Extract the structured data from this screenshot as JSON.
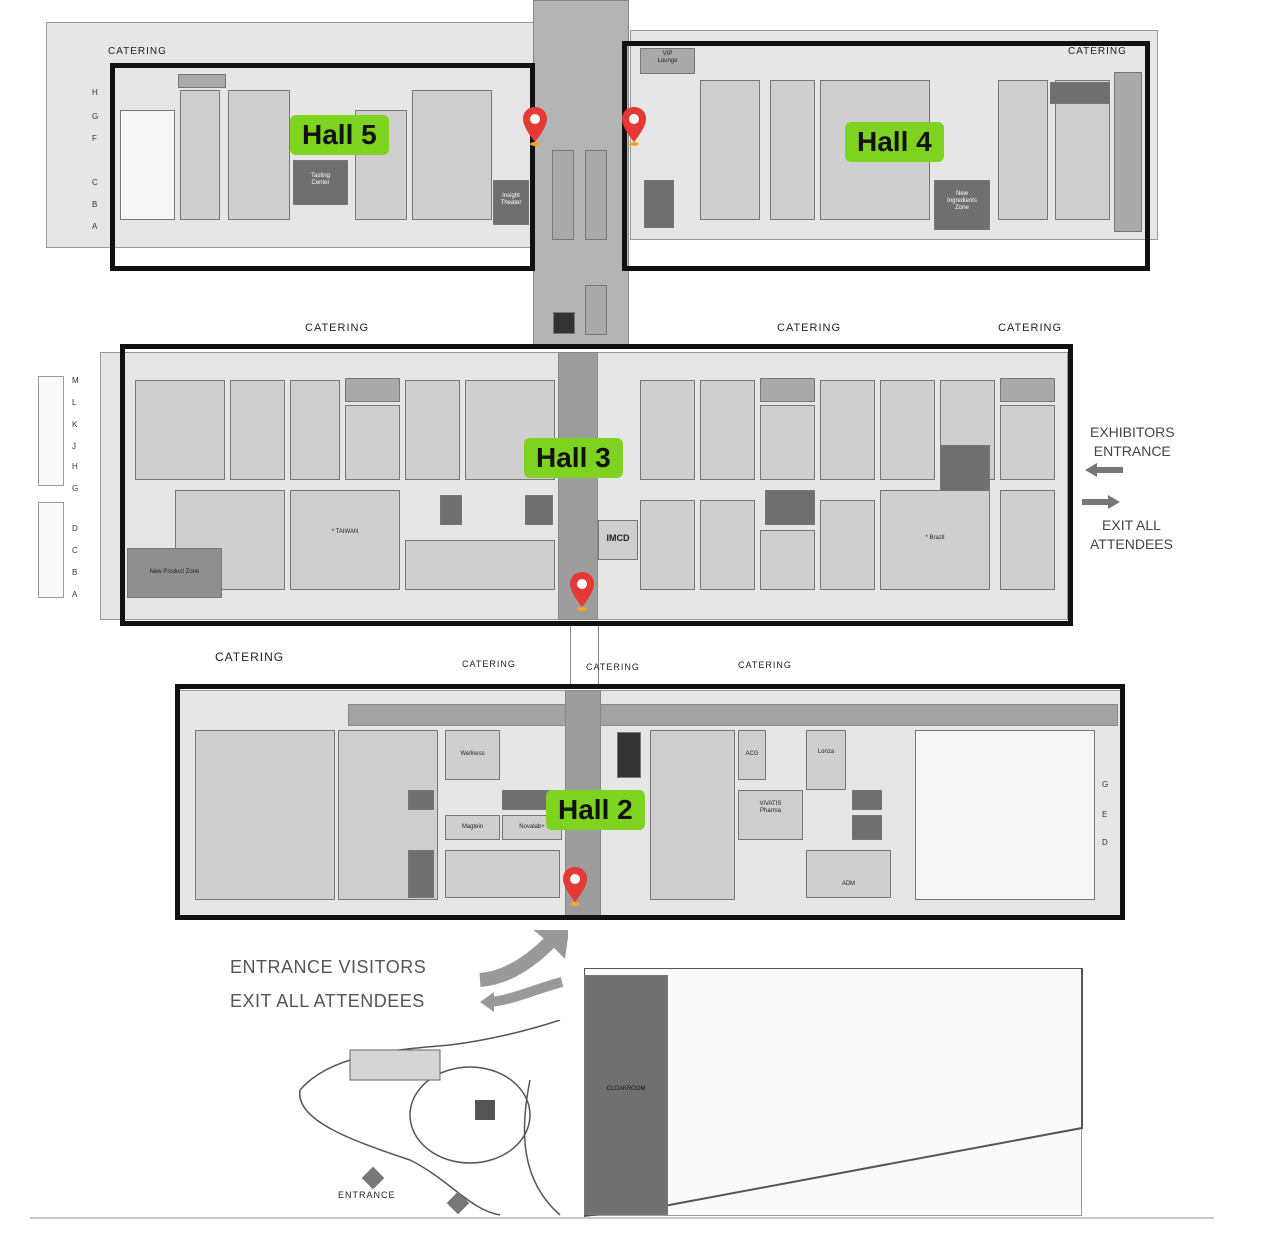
{
  "halls": {
    "hall5": {
      "label": "Hall 5"
    },
    "hall4": {
      "label": "Hall 4"
    },
    "hall3": {
      "label": "Hall 3"
    },
    "hall2": {
      "label": "Hall 2"
    }
  },
  "catering": {
    "top_left": "CATERING",
    "top_right": "CATERING",
    "mid_1": "CATERING",
    "mid_2": "CATERING",
    "mid_3": "CATERING",
    "hall2_left": "CATERING",
    "hall2_1": "CATERING",
    "hall2_2": "CATERING",
    "hall2_3": "CATERING"
  },
  "signs": {
    "exhibitors_entrance": "EXHIBITORS\nENTRANCE",
    "exit_all_attendees_right": "EXIT ALL\nATTENDEES",
    "entrance_visitors": "ENTRANCE VISITORS",
    "exit_all_attendees_bottom": "EXIT ALL ATTENDEES",
    "entrance": "ENTRANCE",
    "cloakroom": "CLOAKROOM"
  },
  "zones": {
    "tasting_center": "Tasting\nCenter",
    "insight_theater": "Insight\nTheater",
    "vip_lounge": "VIP\nLounge",
    "new_ingredients_zone": "New\nIngredients\nZone",
    "new_product_zone": "New Product Zone",
    "taiwan": "* TAIWAN",
    "brazil": "* Brazil",
    "imcd": "IMCD",
    "wellness": "Wellness",
    "magtein": "Magtein",
    "novalab": "Novalab+",
    "acg": "ACG",
    "vivatis": "ViVATIS\nPharma",
    "lonza": "Lonza",
    "adm": "ADM"
  },
  "colors": {
    "badge": "#7ed321",
    "frame": "#111111",
    "pin": "#e53935"
  },
  "icons": {
    "pin": "map-pin-icon",
    "arrow": "arrow-icon"
  }
}
